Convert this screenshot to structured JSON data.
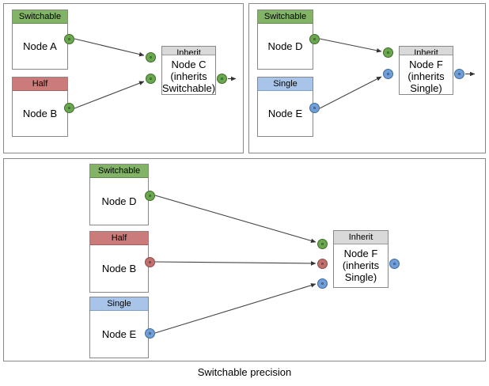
{
  "diagram": {
    "caption": "Switchable precision",
    "colors": {
      "switchable": "#82b366",
      "half": "#cb7b79",
      "single": "#a9c4e9",
      "inherit": "#d9d9d9",
      "port_green": "#6aa84f",
      "port_red": "#c2706e",
      "port_blue": "#6f9ed8",
      "border": "#888888",
      "background": "#ffffff"
    },
    "panels": [
      {
        "id": "panel-top-left",
        "nodes": [
          {
            "id": "node-a",
            "header": "Switchable",
            "body": "Node A",
            "header_color": "green"
          },
          {
            "id": "node-b",
            "header": "Half",
            "body": "Node B",
            "header_color": "red"
          },
          {
            "id": "node-c",
            "header": "Inherit",
            "body": "Node C\n(inherits\nSwitchable)",
            "header_color": "grey"
          }
        ],
        "edges": [
          {
            "from": "node-a",
            "to": "node-c",
            "port_color": "green"
          },
          {
            "from": "node-b",
            "to": "node-c",
            "port_color": "green"
          }
        ],
        "output": {
          "node": "node-c",
          "port_color": "green",
          "arrow": true
        }
      },
      {
        "id": "panel-top-right",
        "nodes": [
          {
            "id": "node-d",
            "header": "Switchable",
            "body": "Node D",
            "header_color": "green"
          },
          {
            "id": "node-e",
            "header": "Single",
            "body": "Node E",
            "header_color": "blue"
          },
          {
            "id": "node-f",
            "header": "Inherit",
            "body": "Node F\n(inherits\nSingle)",
            "header_color": "grey"
          }
        ],
        "edges": [
          {
            "from": "node-d",
            "to": "node-f",
            "port_color": "green"
          },
          {
            "from": "node-e",
            "to": "node-f",
            "port_color": "blue"
          }
        ],
        "output": {
          "node": "node-f",
          "port_color": "blue",
          "arrow": true
        }
      },
      {
        "id": "panel-bottom",
        "nodes": [
          {
            "id": "node-d2",
            "header": "Switchable",
            "body": "Node D",
            "header_color": "green"
          },
          {
            "id": "node-b2",
            "header": "Half",
            "body": "Node B",
            "header_color": "red"
          },
          {
            "id": "node-e2",
            "header": "Single",
            "body": "Node E",
            "header_color": "blue"
          },
          {
            "id": "node-f2",
            "header": "Inherit",
            "body": "Node F\n(inherits\nSingle)",
            "header_color": "grey"
          }
        ],
        "edges": [
          {
            "from": "node-d2",
            "to": "node-f2",
            "port_color": "green"
          },
          {
            "from": "node-b2",
            "to": "node-f2",
            "port_color": "red"
          },
          {
            "from": "node-e2",
            "to": "node-f2",
            "port_color": "blue"
          }
        ],
        "output": {
          "node": "node-f2",
          "port_color": "blue",
          "arrow": false
        }
      }
    ]
  }
}
